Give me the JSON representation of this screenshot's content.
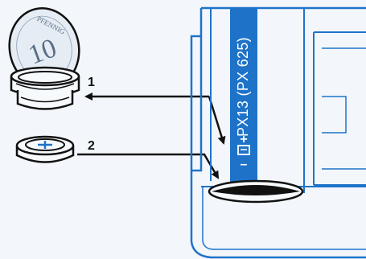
{
  "callouts": {
    "one": "1",
    "two": "2"
  },
  "coin": {
    "denomination": "10",
    "inscription": "PFENNIG"
  },
  "battery_type": "PX13 (PX 625)",
  "polarity": {
    "plus": "+",
    "minus": "–"
  },
  "colors": {
    "background": "#f3f7fb",
    "linework": "#111111",
    "blue_accent": "#1e73c9",
    "coin_tint": "#e6ecf4"
  }
}
